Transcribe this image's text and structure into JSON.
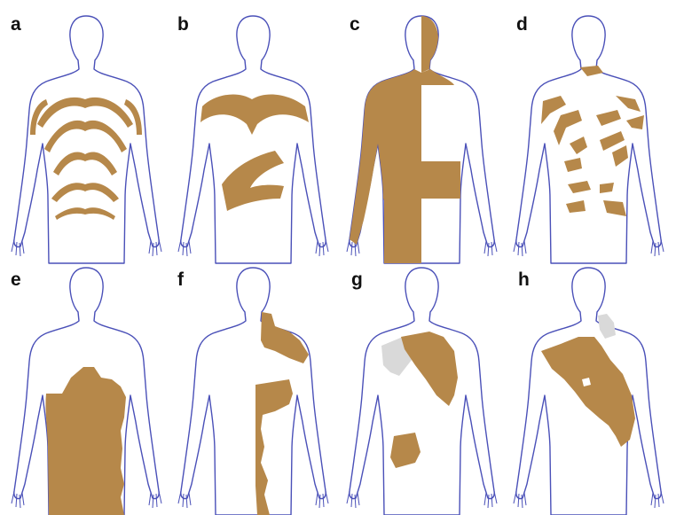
{
  "colors": {
    "outline": "#4a50b8",
    "lesion": "#b6884a",
    "lesion_light": "#d9d9d9",
    "background": "#ffffff"
  },
  "panels": [
    {
      "label": "a"
    },
    {
      "label": "b"
    },
    {
      "label": "c"
    },
    {
      "label": "d"
    },
    {
      "label": "e"
    },
    {
      "label": "f"
    },
    {
      "label": "g"
    },
    {
      "label": "h"
    }
  ]
}
